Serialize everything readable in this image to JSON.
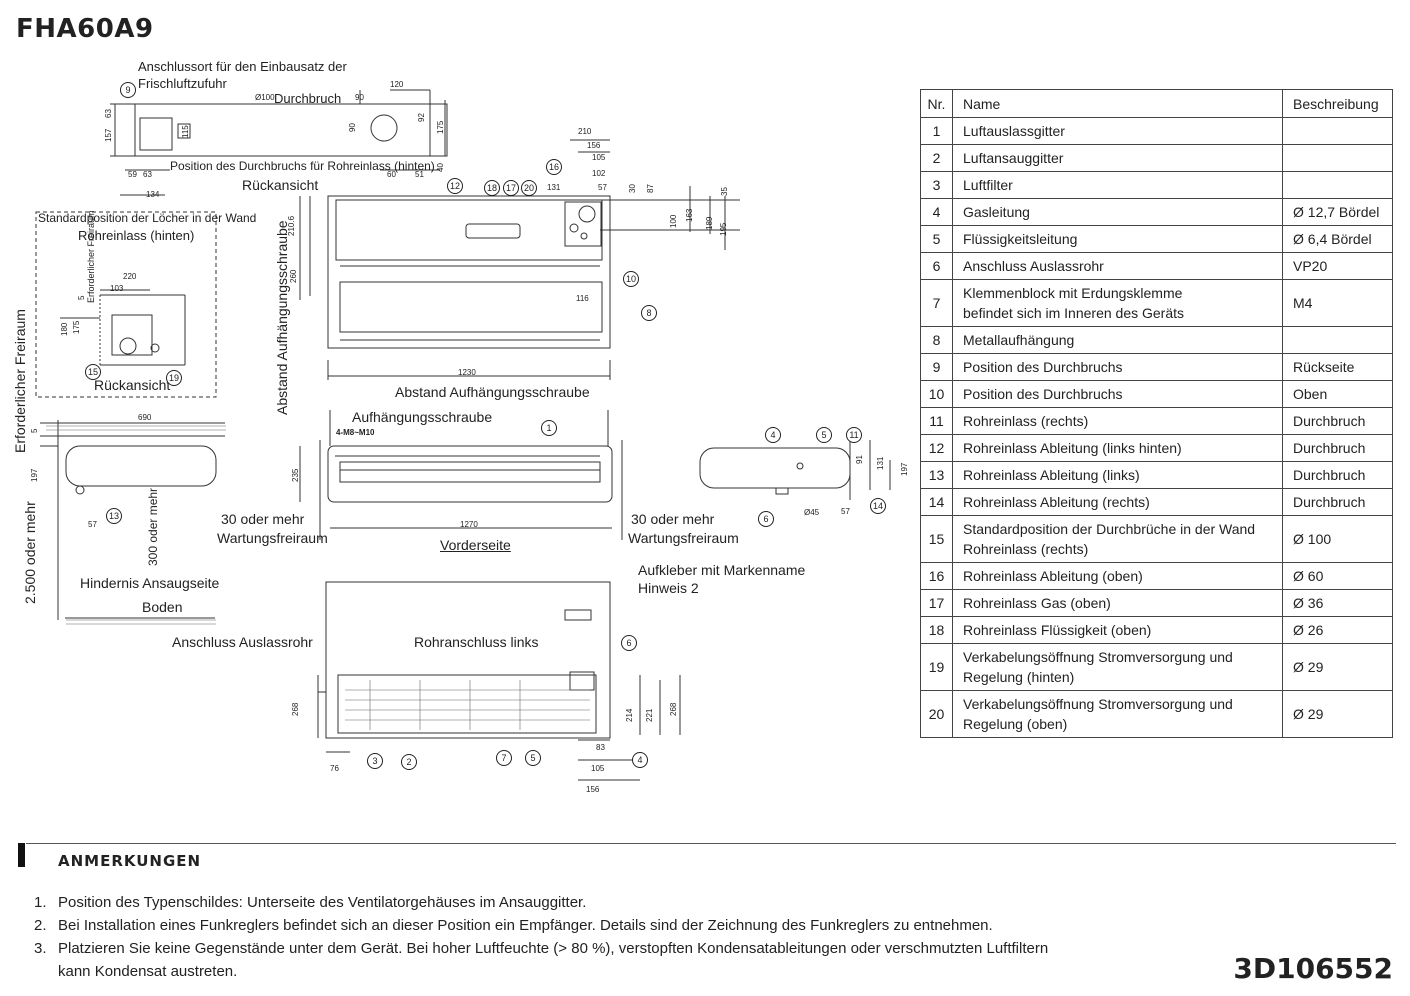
{
  "title": "FHA60A9",
  "drawing_labels": {
    "rear_connection": "Anschlussort für den Einbausatz der",
    "rear_connection_2": "Frischluftzufuhr",
    "hole": "Durchbruch",
    "hole_dia": "Ø100",
    "rear_pipe_pos": "Position des Durchbruchs für Rohreinlass (hinten)",
    "rear_view": "Rückansicht",
    "std_holes_wall": "Standardposition der Löcher in der Wand",
    "pipe_inlet_rear": "Rohreinlass (hinten)",
    "rear_view_2": "Rückansicht",
    "required_clearance": "Erforderlicher Freiraum",
    "required_clearance_small": "Erforderlicher Freiraum",
    "suspension_distance_v": "Abstand Aufhängungsschraube",
    "suspension_distance_h": "Abstand Aufhängungsschraube",
    "suspension_bolt": "Aufhängungsschraube",
    "bolt_spec": "4-M8~M10",
    "clearance_left_1": "30 oder mehr",
    "clearance_left_2": "Wartungsfreiraum",
    "clearance_right_1": "30 oder mehr",
    "clearance_right_2": "Wartungsfreiraum",
    "front": "Vorderseite",
    "height_clear": "2.500 oder mehr",
    "obstacle": "Hindernis Ansaugseite",
    "floor": "Boden",
    "clear_300": "300 oder mehr",
    "drain_conn": "Anschluss Auslassrohr",
    "pipe_left": "Rohranschluss links",
    "brand_sticker": "Aufkleber mit Markenname",
    "note2": "Hinweis 2"
  },
  "dimensions": {
    "d120": "120",
    "d90": "90",
    "d90b": "90",
    "d92": "92",
    "d175": "175",
    "d157": "157",
    "d63": "63",
    "d115": "115",
    "d59": "59",
    "d63b": "63",
    "d134": "134",
    "d60": "60",
    "d51": "51",
    "d40": "40",
    "d210": "210",
    "d156": "156",
    "d105": "105",
    "d102": "102",
    "d57": "57",
    "d131": "131",
    "d30": "30",
    "d87": "87",
    "d35": "35",
    "d100": "100",
    "d163": "163",
    "d189": "189",
    "d195": "195",
    "d2106": "210.6",
    "d260": "260",
    "d116": "116",
    "d1230": "1230",
    "d220": "220",
    "d103": "103",
    "d5": "5",
    "d180": "180",
    "d175b": "175",
    "d690": "690",
    "d5b": "5",
    "d197": "197",
    "d57b": "57",
    "d235": "235",
    "d1270": "1270",
    "d91": "91",
    "d131b": "131",
    "d197b": "197",
    "d57c": "57",
    "d45": "Ø45",
    "d268": "268",
    "d214": "214",
    "d221": "221",
    "d268b": "268",
    "d83": "83",
    "d105b": "105",
    "d156b": "156",
    "d76": "76"
  },
  "table": {
    "headers": [
      "Nr.",
      "Name",
      "Beschreibung"
    ],
    "rows": [
      {
        "nr": "1",
        "name": "Luftauslassgitter",
        "desc": ""
      },
      {
        "nr": "2",
        "name": "Luftansauggitter",
        "desc": ""
      },
      {
        "nr": "3",
        "name": "Luftfilter",
        "desc": ""
      },
      {
        "nr": "4",
        "name": "Gasleitung",
        "desc": "Ø 12,7 Bördel"
      },
      {
        "nr": "5",
        "name": "Flüssigkeitsleitung",
        "desc": "Ø 6,4 Bördel"
      },
      {
        "nr": "6",
        "name": "Anschluss Auslassrohr",
        "desc": "VP20"
      },
      {
        "nr": "7",
        "name": "Klemmenblock mit Erdungsklemme",
        "name2": "befindet sich im Inneren des Geräts",
        "desc": "M4"
      },
      {
        "nr": "8",
        "name": "Metallaufhängung",
        "desc": ""
      },
      {
        "nr": "9",
        "name": "Position des Durchbruchs",
        "desc": "Rückseite"
      },
      {
        "nr": "10",
        "name": "Position des Durchbruchs",
        "desc": "Oben"
      },
      {
        "nr": "11",
        "name": "Rohreinlass (rechts)",
        "desc": "Durchbruch"
      },
      {
        "nr": "12",
        "name": "Rohreinlass Ableitung (links hinten)",
        "desc": "Durchbruch"
      },
      {
        "nr": "13",
        "name": "Rohreinlass Ableitung (links)",
        "desc": "Durchbruch"
      },
      {
        "nr": "14",
        "name": "Rohreinlass Ableitung (rechts)",
        "desc": "Durchbruch"
      },
      {
        "nr": "15",
        "name": "Standardposition der Durchbrüche in der Wand",
        "name2": "Rohreinlass (rechts)",
        "desc": "Ø 100"
      },
      {
        "nr": "16",
        "name": "Rohreinlass Ableitung (oben)",
        "desc": "Ø 60"
      },
      {
        "nr": "17",
        "name": "Rohreinlass Gas (oben)",
        "desc": "Ø 36"
      },
      {
        "nr": "18",
        "name": "Rohreinlass Flüssigkeit (oben)",
        "desc": "Ø 26"
      },
      {
        "nr": "19",
        "name": "Verkabelungsöffnung Stromversorgung und",
        "name2": "Regelung (hinten)",
        "desc": "Ø 29"
      },
      {
        "nr": "20",
        "name": "Verkabelungsöffnung Stromversorgung und",
        "name2": "Regelung (oben)",
        "desc": "Ø 29"
      }
    ]
  },
  "notes": {
    "heading": "ANMERKUNGEN",
    "n1_num": "1.",
    "n1": "Position des Typenschildes: Unterseite des Ventilatorgehäuses im Ansauggitter.",
    "n2_num": "2.",
    "n2": "Bei Installation eines Funkreglers befindet sich an dieser Position ein Empfänger. Details sind der Zeichnung des Funkreglers zu entnehmen.",
    "n3_num": "3.",
    "n3": "Platzieren Sie keine Gegenstände unter dem Gerät. Bei hoher Luftfeuchte (> 80 %), verstopften Kondensatableitungen oder verschmutzten Luftfiltern",
    "n3b": "kann Kondensat austreten."
  },
  "doc_code": "3D106552"
}
